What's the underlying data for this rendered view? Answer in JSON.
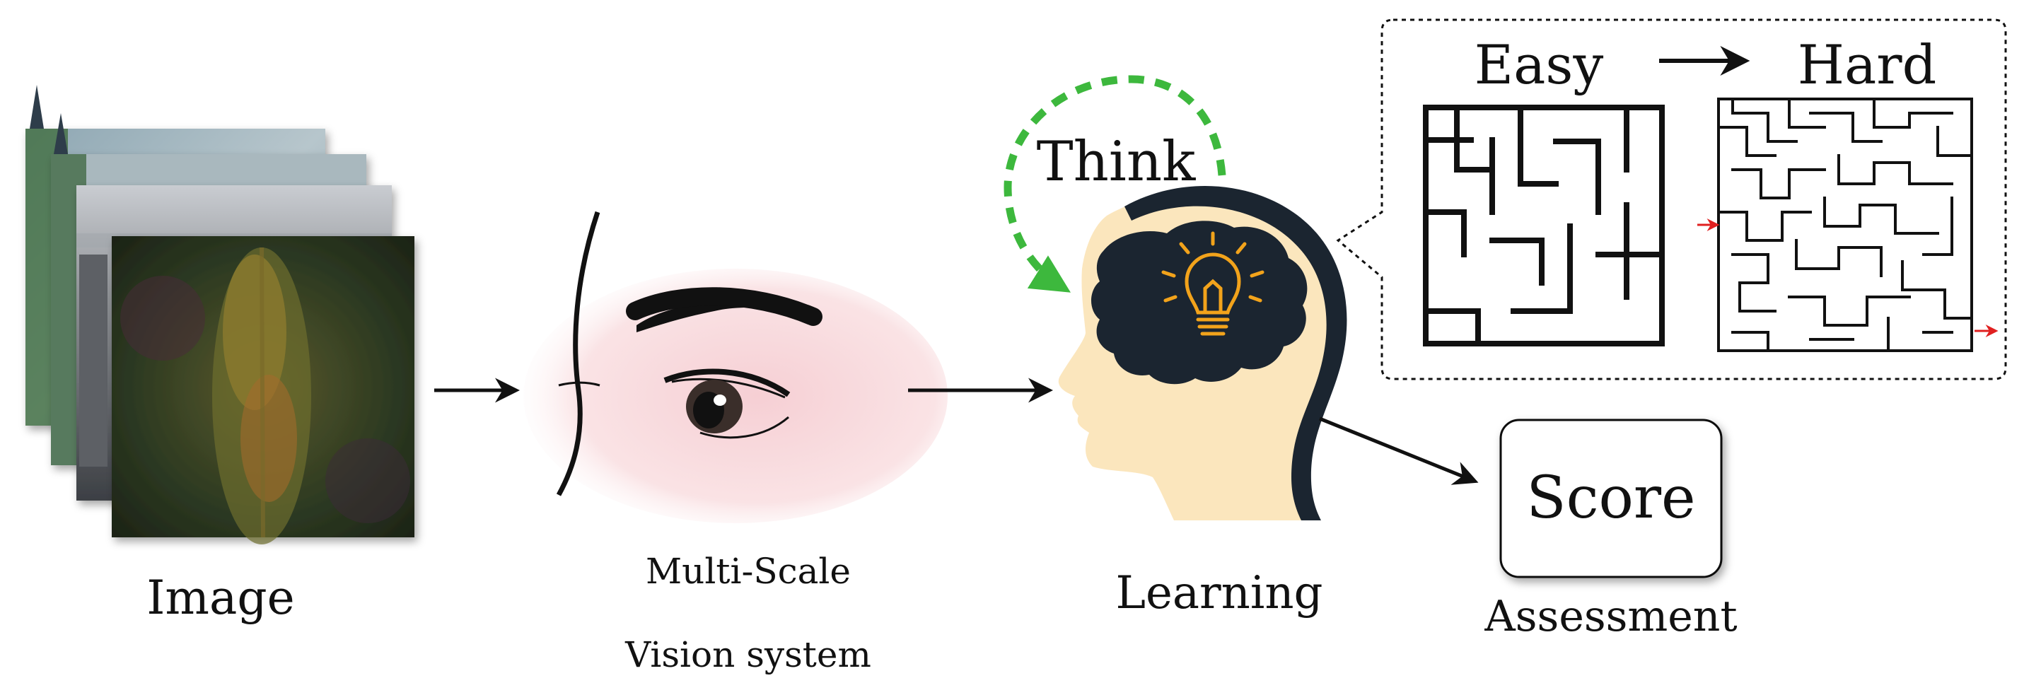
{
  "labels": {
    "image": "Image",
    "vision_line1": "Multi-Scale",
    "vision_line2": "Vision system",
    "think": "Think",
    "learning": "Learning",
    "score": "Score",
    "assessment": "Assessment",
    "easy": "Easy",
    "hard": "Hard"
  },
  "colors": {
    "think_arrow": "#3db83d",
    "brain": "#1b2530",
    "head_skin": "#fbe6bd",
    "bulb": "#f2a31b",
    "maze_arrow": "#e02020",
    "eyebrow": "#111111",
    "skin_blush": "#f7d9dc"
  },
  "icons": {
    "image_stack": "photo-stack-icon",
    "eye": "eye-icon",
    "head": "head-brain-icon",
    "bulb": "lightbulb-icon"
  }
}
